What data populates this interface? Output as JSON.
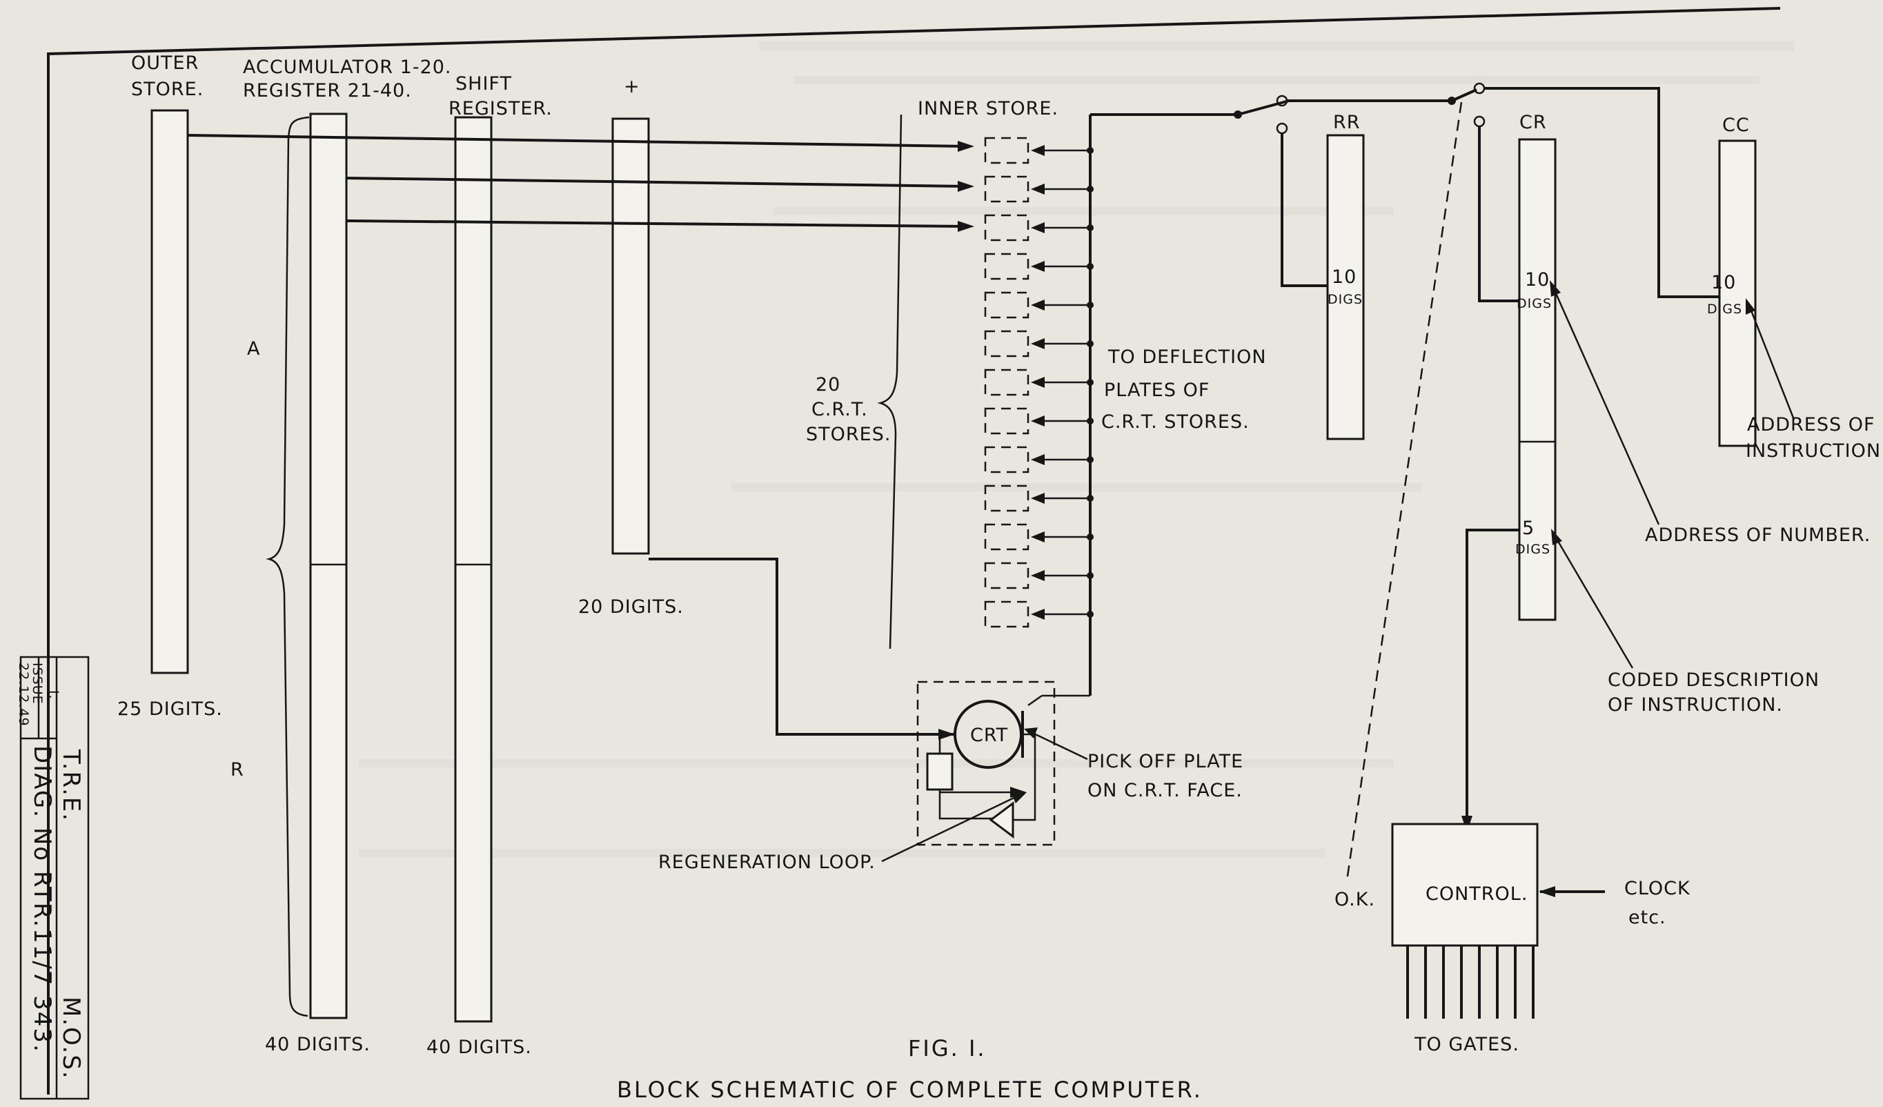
{
  "diagram": {
    "labels": {
      "outer_store_1": "OUTER",
      "outer_store_2": "STORE.",
      "accumulator_1": "ACCUMULATOR 1-20.",
      "accumulator_2": "REGISTER 21-40.",
      "shift_register_1": "SHIFT",
      "shift_register_2": "REGISTER.",
      "plus": "+",
      "inner_store": "INNER STORE.",
      "rr": "RR",
      "cr": "CR",
      "cc": "CC",
      "a": "A",
      "r": "R",
      "twenty_crt_1": "20",
      "twenty_crt_2": "C.R.T.",
      "twenty_crt_3": "STORES.",
      "deflection_1": "TO DEFLECTION",
      "deflection_2": "PLATES OF",
      "deflection_3": "C.R.T. STORES.",
      "rr_digs_1": "10",
      "rr_digs_2": "DIGS",
      "cr_digs_1": "10",
      "cr_digs_2": "DIGS",
      "cr_digs5_1": "5",
      "cr_digs5_2": "DIGS",
      "cc_digs_1": "10",
      "cc_digs_2": "DIGS",
      "addr_instr_1": "ADDRESS OF",
      "addr_instr_2": "INSTRUCTION.",
      "addr_number": "ADDRESS OF NUMBER.",
      "coded_1": "CODED DESCRIPTION",
      "coded_2": "OF INSTRUCTION.",
      "crt": "CRT",
      "pickoff_1": "PICK OFF PLATE",
      "pickoff_2": "ON C.R.T. FACE.",
      "regen": "REGENERATION LOOP.",
      "twenty_digits": "20 DIGITS.",
      "twentyfive_digits": "25 DIGITS.",
      "forty_digits_acc": "40 DIGITS.",
      "forty_digits_shift": "40 DIGITS.",
      "ok": "O.K.",
      "control": "CONTROL.",
      "clock_1": "CLOCK",
      "clock_2": "etc.",
      "to_gates": "TO GATES.",
      "fig": "FIG. I.",
      "caption": "BLOCK SCHEMATIC OF COMPLETE COMPUTER."
    },
    "stamp": {
      "issue": "ISSUE",
      "issue_no": "I.",
      "date": "22.12.49",
      "tre": "T.R.E.",
      "mos": "M.O.S.",
      "diag": "DIAG. No RTR.11/7 343."
    }
  }
}
